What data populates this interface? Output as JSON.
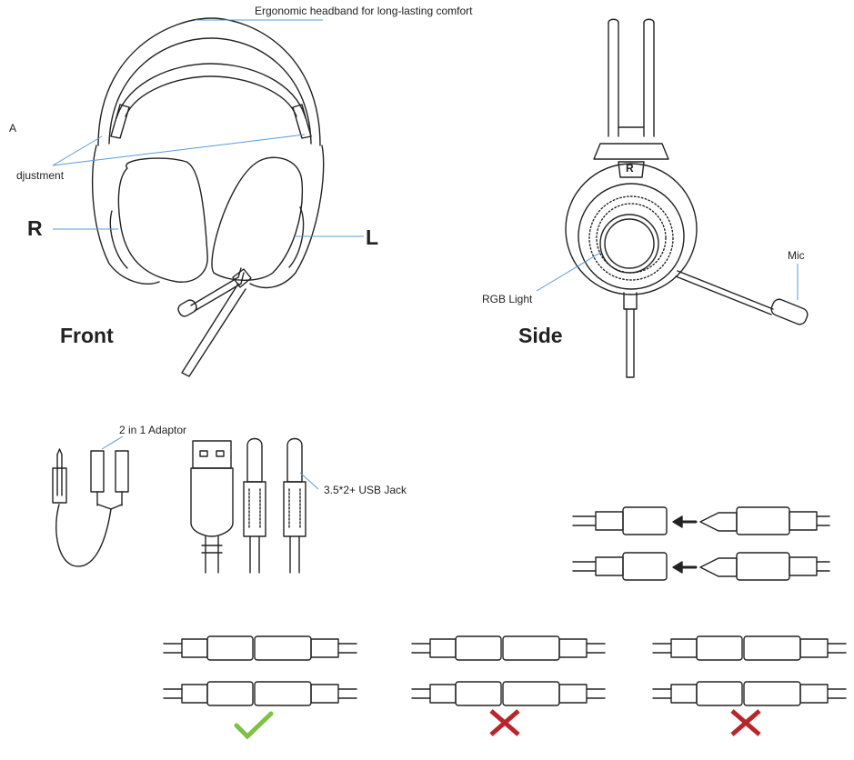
{
  "labels": {
    "headband": "Ergonomic headband for long-lasting comfort",
    "adjust_a": "A",
    "adjust_rest": "djustment",
    "right": "R",
    "left": "L",
    "front": "Front",
    "side": "Side",
    "mic": "Mic",
    "rgb_light": "RGB Light",
    "adaptor": "2 in 1 Adaptor",
    "jack": "3.5*2+ USB Jack",
    "brand_mark": "R"
  },
  "connection_results": [
    {
      "name": "correct",
      "symbol": "check",
      "color": "#7dc242"
    },
    {
      "name": "wrong-a",
      "symbol": "cross",
      "color": "#b8262b"
    },
    {
      "name": "wrong-b",
      "symbol": "cross",
      "color": "#b8262b"
    }
  ],
  "colors": {
    "line": "#222222",
    "leader": "#5b9bd5",
    "check": "#7dc242",
    "cross": "#b8262b"
  }
}
